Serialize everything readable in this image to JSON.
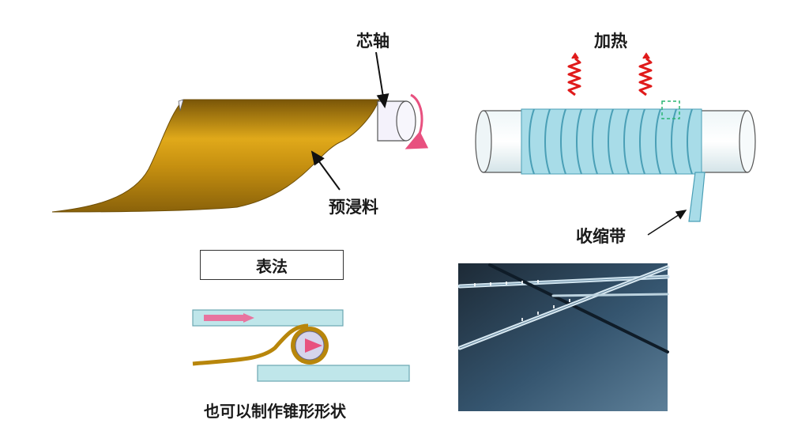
{
  "labels": {
    "mandrel": "芯轴",
    "prepreg": "预浸料",
    "heating": "加热",
    "shrink_tape": "收缩带",
    "surface_method": "表法",
    "taper_note": "也可以制作锥形形状"
  },
  "colors": {
    "prepreg": "#c9950f",
    "tape": "#a8dce8",
    "heat_wave": "#e01a1a",
    "rotation_arrow": "#e8507f",
    "plate": "#bfe6ea"
  }
}
